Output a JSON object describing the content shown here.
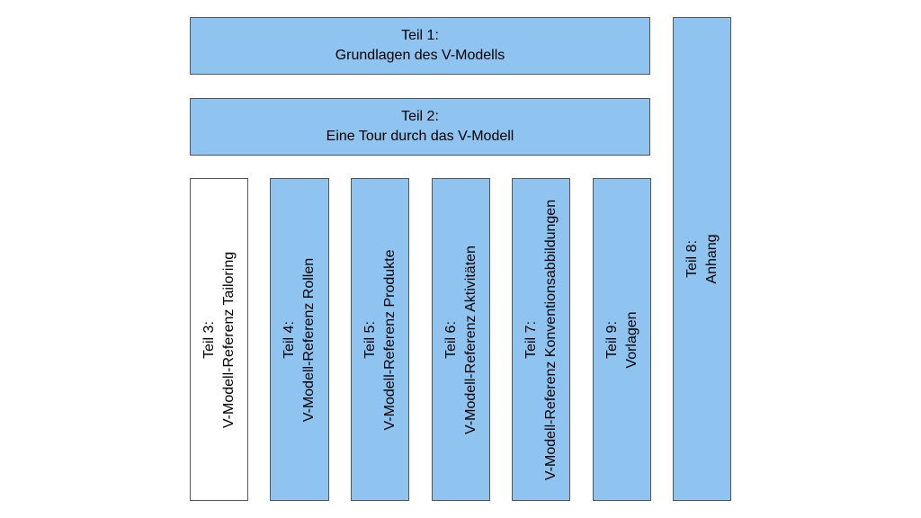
{
  "diagram": {
    "colors": {
      "fill": "#8fc4f0",
      "fill_alt": "#ffffff",
      "border": "#555555"
    },
    "parts": {
      "teil1": {
        "title": "Teil 1:",
        "subtitle": "Grundlagen des V-Modells"
      },
      "teil2": {
        "title": "Teil 2:",
        "subtitle": "Eine Tour durch das V-Modell"
      },
      "teil3": {
        "title": "Teil 3:",
        "subtitle": "V-Modell-Referenz Tailoring"
      },
      "teil4": {
        "title": "Teil 4:",
        "subtitle": "V-Modell-Referenz Rollen"
      },
      "teil5": {
        "title": "Teil 5:",
        "subtitle": "V-Modell-Referenz Produkte"
      },
      "teil6": {
        "title": "Teil 6:",
        "subtitle": "V-Modell-Referenz Aktivitäten"
      },
      "teil7": {
        "title": "Teil 7:",
        "subtitle": "V-Modell-Referenz Konventionsabbildungen"
      },
      "teil9": {
        "title": "Teil 9:",
        "subtitle": "Vorlagen"
      },
      "teil8": {
        "title": "Teil 8:",
        "subtitle": "Anhang"
      }
    }
  }
}
